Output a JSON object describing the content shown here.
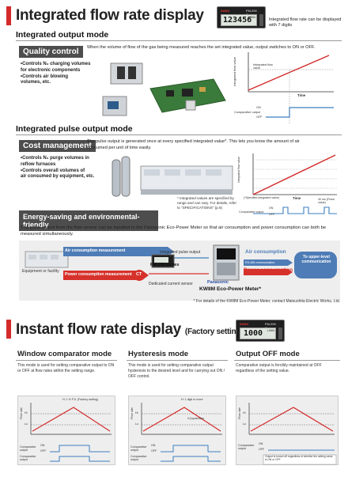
{
  "section1": {
    "title": "Integrated flow rate display",
    "device_brand": "SUNX",
    "device_model": "FM-200 Series",
    "device_digits": "123456",
    "device_unit": "L/MIN",
    "caption": "Integrated flow rate can be displayed with 7 digits"
  },
  "output_mode": {
    "title": "Integrated output mode",
    "tag": "Quality control",
    "text": "When the volume of flow of the gas being measured reaches the set integrated value, output switches to ON or OFF.",
    "bullets": [
      "•Controls N₂ charging volumes",
      "  for electronic components",
      "•Controls air blowing",
      "  volumes, etc."
    ],
    "graph": {
      "ylabel": "Integrated flow value",
      "set_label": "Integrated flow value",
      "xlabel": "Time",
      "out_label": "Comparative output",
      "on": "ON",
      "off": "OFF"
    }
  },
  "pulse_mode": {
    "title": "Integrated pulse output mode",
    "tag": "Cost management",
    "text": "The pulse output is generated once at every specified integrated value*. This lets you know the amount of air consumed per unit of time easily.",
    "bullets": [
      "•Controls N₂ purge volumes in",
      "  reflow furnaces",
      "•Controls overall volumes of",
      "  air consumed by equipment, etc."
    ],
    "note": "* Integrated values are specified by range and can vary. For details, refer to \"SPECIFICATIONS\" (p.6)",
    "graph": {
      "ylabel": "Integrated flow value",
      "set_label": "(*Specified integrated value)",
      "xlabel": "Time",
      "out_label": "Comparative output",
      "on": "ON",
      "off": "OFF",
      "pulse_label": "40 ms (Fixed value)"
    }
  },
  "energy": {
    "banner": "Energy-saving and environmental-friendly",
    "text": "The pulse output from the flow sensor can be inputted to the Panasonic Eco-Power Meter so that air consumption and power consumption can both be measured simultaneously.",
    "air_measure": "Air consumption measurement",
    "integrated_output": "Integrated pulse output",
    "fm200": "FM-200 series",
    "equipment": "Equipment or facility",
    "ct": "CT",
    "power_measure": "Power consumption measurement",
    "dedicated": "Dedicated current sensor",
    "air_consumption": "Air consumption",
    "comm": "RS-485 communication",
    "upper": "To upper-level communication",
    "power_consumption": "Power consumption",
    "panasonic": "Panasonic",
    "meter": "KW8M Eco-Power Meter*",
    "footnote": "* For details of the KW8M Eco-Power Meter, contact Matsushita Electric Works, Ltd."
  },
  "section2": {
    "title": "Instant flow rate display",
    "subtitle": "(Factory setting)",
    "device_brand": "SUNX",
    "device_model": "FM-200 Series",
    "device_digits": "1000",
    "device_unit": "L/MIN"
  },
  "modes": [
    {
      "title": "Window comparator mode",
      "text": "This mode is used for setting comparative output to ON or OFF at flow rates within the setting range.",
      "g_hys": "H: 1 % F.S. (Factory setting)",
      "g_ylabel": "Flow rate",
      "g_hi": "Hi",
      "g_lo": "Lo",
      "g_out1": "Comparative output",
      "g_out2": "Comparative output",
      "on": "ON",
      "off": "OFF"
    },
    {
      "title": "Hysteresis mode",
      "text": "This mode is used for setting comparative output hysteresis to the desired level and for carrying out ON / OFF control.",
      "g_hys": "H: 1 digit or more",
      "g_hys2": "H (hysteresis)",
      "g_ylabel": "Flow rate",
      "g_hi": "Hi",
      "g_lo": "Lo",
      "g_out1": "Comparative output",
      "g_out2": "Comparative output",
      "on": "ON",
      "off": "OFF"
    },
    {
      "title": "Output OFF mode",
      "text": "Comparative output is forcibly maintained at OFF regardless of the setting value.",
      "g_ylabel": "Flow rate",
      "g_hi": "Hi",
      "g_lo": "Lo",
      "g_out1": "Comparative output",
      "on": "ON",
      "off": "OFF",
      "g_note": "Output is turned off regardless of whether the setting value is ON or OFF"
    }
  ]
}
